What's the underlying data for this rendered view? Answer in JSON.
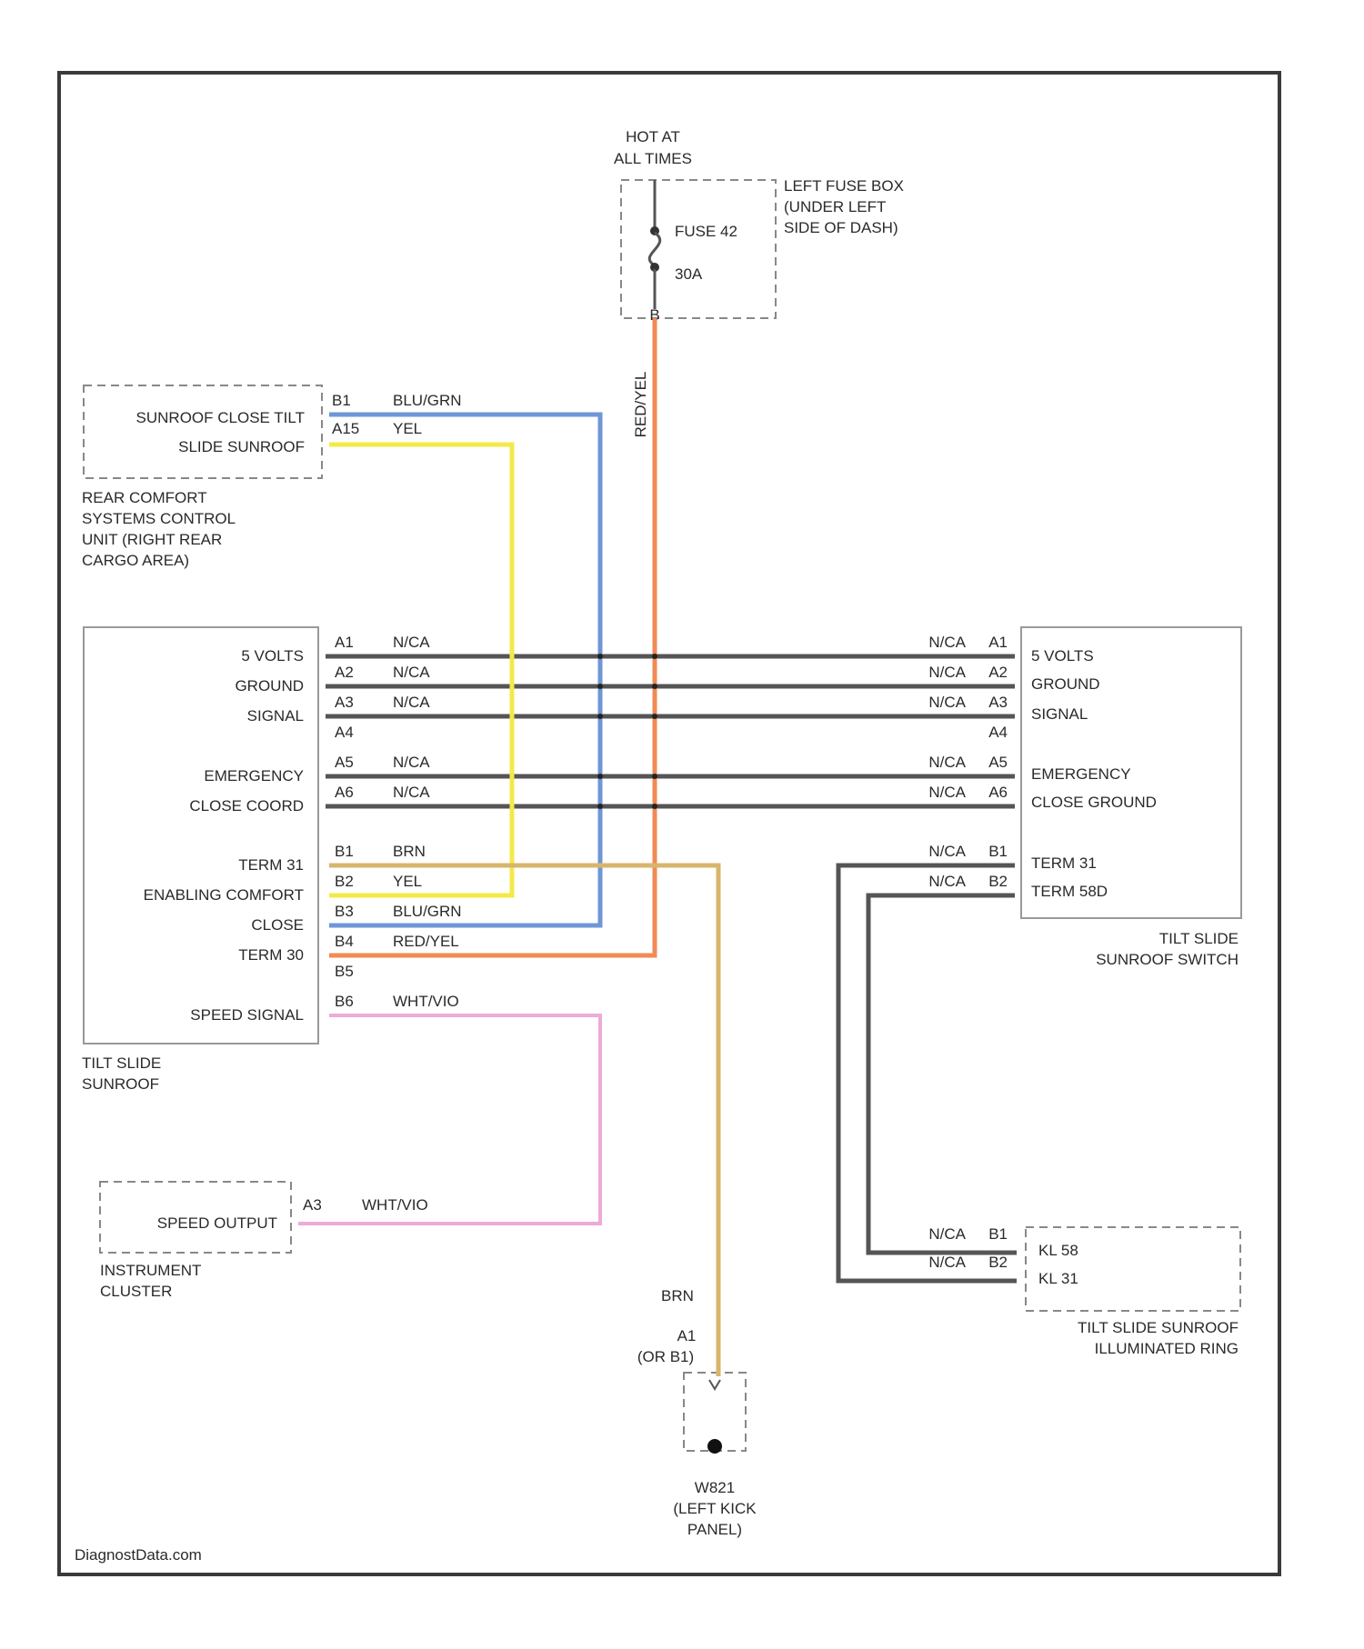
{
  "fuse": {
    "hot": [
      "HOT AT",
      "ALL TIMES"
    ],
    "box": [
      "LEFT FUSE BOX",
      "(UNDER LEFT",
      "SIDE OF DASH)"
    ],
    "name": "FUSE 42",
    "amps": "30A",
    "pin": "B",
    "wire": "RED/YEL"
  },
  "rear_unit": {
    "rows": [
      {
        "label": "SUNROOF CLOSE TILT",
        "pin": "B1",
        "wire": "BLU/GRN"
      },
      {
        "label": "SLIDE SUNROOF",
        "pin": "A15",
        "wire": "YEL"
      }
    ],
    "name": [
      "REAR COMFORT",
      "SYSTEMS CONTROL",
      "UNIT (RIGHT REAR",
      "CARGO AREA)"
    ]
  },
  "tilt_slide_sunroof": {
    "labels": [
      "5 VOLTS",
      "GROUND",
      "SIGNAL",
      "EMERGENCY",
      "CLOSE COORD",
      "TERM 31",
      "ENABLING COMFORT",
      "CLOSE",
      "TERM 30",
      "SPEED SIGNAL"
    ],
    "pins": [
      "A1",
      "A2",
      "A3",
      "A4",
      "A5",
      "A6",
      "B1",
      "B2",
      "B3",
      "B4",
      "B5",
      "B6"
    ],
    "wires": [
      "N/CA",
      "N/CA",
      "N/CA",
      "N/CA",
      "N/CA",
      "BRN",
      "YEL",
      "BLU/GRN",
      "RED/YEL",
      "WHT/VIO"
    ],
    "name": [
      "TILT SLIDE",
      "SUNROOF"
    ]
  },
  "sunroof_switch": {
    "labels": [
      "5 VOLTS",
      "GROUND",
      "SIGNAL",
      "EMERGENCY",
      "CLOSE GROUND",
      "TERM 31",
      "TERM 58D"
    ],
    "pins": [
      "A1",
      "A2",
      "A3",
      "A4",
      "A5",
      "A6",
      "B1",
      "B2"
    ],
    "wires": [
      "N/CA",
      "N/CA",
      "N/CA",
      "N/CA",
      "N/CA",
      "N/CA",
      "N/CA"
    ],
    "name": [
      "TILT SLIDE",
      "SUNROOF SWITCH"
    ]
  },
  "instrument_cluster": {
    "label": "SPEED OUTPUT",
    "pin": "A3",
    "wire": "WHT/VIO",
    "name": [
      "INSTRUMENT",
      "CLUSTER"
    ]
  },
  "ground": {
    "wire": "BRN",
    "pin": [
      "A1",
      "(OR B1)"
    ],
    "name": [
      "W821",
      "(LEFT KICK",
      "PANEL)"
    ]
  },
  "illuminated_ring": {
    "rows": [
      {
        "wire": "N/CA",
        "pin": "B1",
        "label": "KL 58"
      },
      {
        "wire": "N/CA",
        "pin": "B2",
        "label": "KL 31"
      }
    ],
    "name": [
      "TILT SLIDE SUNROOF",
      "ILLUMINATED RING"
    ]
  },
  "footer": "DiagnostData.com",
  "colors": {
    "blue": "#6f96d6",
    "yellow": "#f3ea4a",
    "orange": "#f28a55",
    "brown": "#d8b56c",
    "pink": "#eeaad8",
    "gray": "#555555"
  }
}
